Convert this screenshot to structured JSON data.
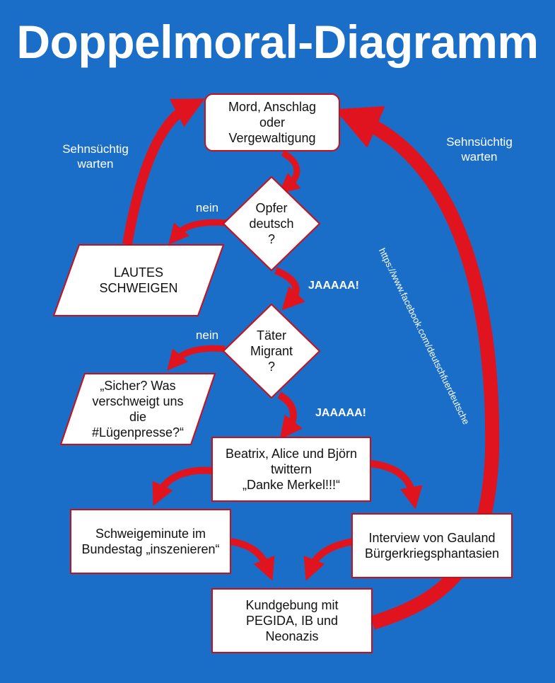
{
  "title": "Doppelmoral-Diagramm",
  "nodes": {
    "start": [
      "Mord, Anschlag",
      "oder",
      "Vergewaltigung"
    ],
    "q_opfer": [
      "Opfer",
      "deutsch",
      "?"
    ],
    "lautes": [
      "LAUTES",
      "SCHWEIGEN"
    ],
    "q_taeter": [
      "Täter",
      "Migrant",
      "?"
    ],
    "sicher": [
      "„Sicher? Was",
      "verschweigt uns",
      "die",
      "#Lügenpresse?“"
    ],
    "twitter": [
      "Beatrix, Alice und Björn",
      "twittern",
      "„Danke Merkel!!!“"
    ],
    "schweige": [
      "Schweigeminute im",
      "Bundestag „inszenieren“"
    ],
    "gauland": [
      "Interview von Gauland",
      "Bürgerkriegsphantasien"
    ],
    "kundgebung": [
      "Kundgebung mit",
      "PEGIDA, IB und",
      "Neonazis"
    ]
  },
  "labels": {
    "wait_left": [
      "Sehnsüchtig",
      "warten"
    ],
    "wait_right": [
      "Sehnsüchtig",
      "warten"
    ],
    "nein_1": "nein",
    "nein_2": "nein",
    "ja_1": "JAAAAA!",
    "ja_2": "JAAAAA!",
    "url": "https://www.facebook.com/deutschfuerdeutsche"
  },
  "colors": {
    "background": "#1b6ec8",
    "arrow": "#e0141e",
    "box_fill": "#ffffff",
    "box_border": "#c8101a"
  }
}
